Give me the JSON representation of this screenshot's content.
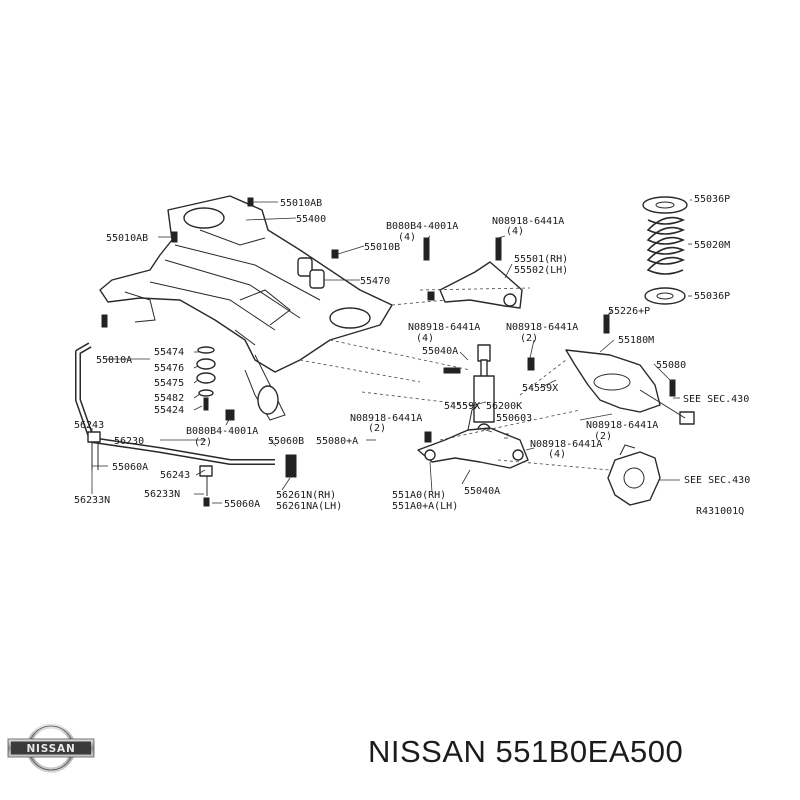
{
  "brand": {
    "logo_text": "NISSAN"
  },
  "title": "NISSAN 551B0EA500",
  "diagram": {
    "code": "R431001Q",
    "labels": [
      "55010AB",
      "55400",
      "55010AB",
      "55010B",
      "55470",
      "B080B4-4001A",
      "(4)",
      "N08918-6441A",
      "(4)",
      "55501(RH)",
      "55502(LH)",
      "55036P",
      "55020M",
      "55036P",
      "55226+P",
      "55180M",
      "N08918-6441A",
      "(4)",
      "N08918-6441A",
      "(2)",
      "55040A",
      "55080",
      "54559X",
      "SEE SEC.430",
      "55474",
      "55476",
      "55475",
      "55482",
      "55424",
      "55010A",
      "54559X",
      "56200K",
      "N08918-6441A",
      "(2)",
      "550603",
      "N08918-6441A",
      "(2)",
      "N08918-6441A",
      "(4)",
      "56243",
      "56230",
      "B080B4-4001A",
      "(2)",
      "55060B",
      "55080+A",
      "55060A",
      "56243",
      "56233N",
      "56261N(RH)",
      "56261NA(LH)",
      "55060A",
      "56233N",
      "551A0(RH)",
      "551A0+A(LH)",
      "55040A",
      "SEE SEC.430"
    ]
  }
}
